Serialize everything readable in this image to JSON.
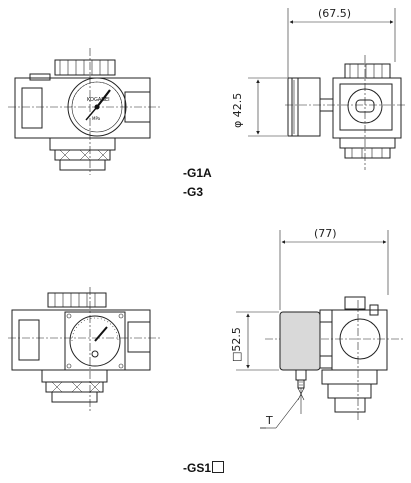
{
  "labels": {
    "model_g1a": "-G1A",
    "model_g3": "-G3",
    "model_gs1": "-GS1"
  },
  "dimensions": {
    "top_depth": "(67.5)",
    "top_diameter": "φ 42.5",
    "bottom_depth": "(77)",
    "bottom_square": "□52.5",
    "bottom_thread": "T"
  },
  "gauge": {
    "brand": "KOGANEI",
    "unit": "MPa"
  },
  "colors": {
    "line": "#222222",
    "gauge_face": "#ffffff",
    "square_gauge_fill": "#d9d9d9"
  }
}
